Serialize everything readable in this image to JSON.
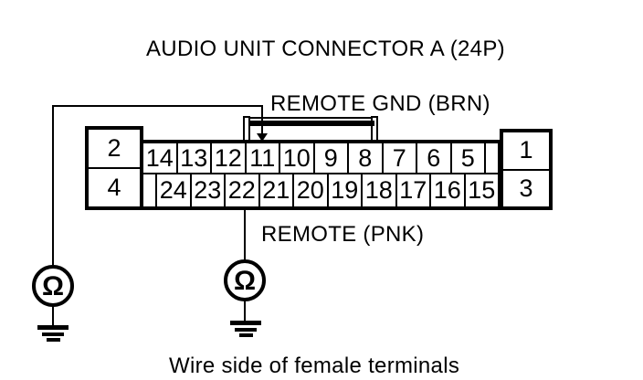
{
  "title": "AUDIO UNIT CONNECTOR A (24P)",
  "labels": {
    "remote_gnd": "REMOTE GND (BRN)",
    "remote": "REMOTE (PNK)",
    "caption": "Wire side of female terminals"
  },
  "connector": {
    "left_block": [
      "2",
      "4"
    ],
    "right_block": [
      "1",
      "3"
    ],
    "top_row": [
      "14",
      "13",
      "12",
      "11",
      "10",
      "9",
      "8",
      "7",
      "6",
      "5",
      ""
    ],
    "bottom_row": [
      "",
      "24",
      "23",
      "22",
      "21",
      "20",
      "19",
      "18",
      "17",
      "16",
      "15"
    ]
  },
  "meters": {
    "ohm_symbol": "Ω"
  },
  "colors": {
    "ink": "#000000",
    "background": "#ffffff"
  }
}
